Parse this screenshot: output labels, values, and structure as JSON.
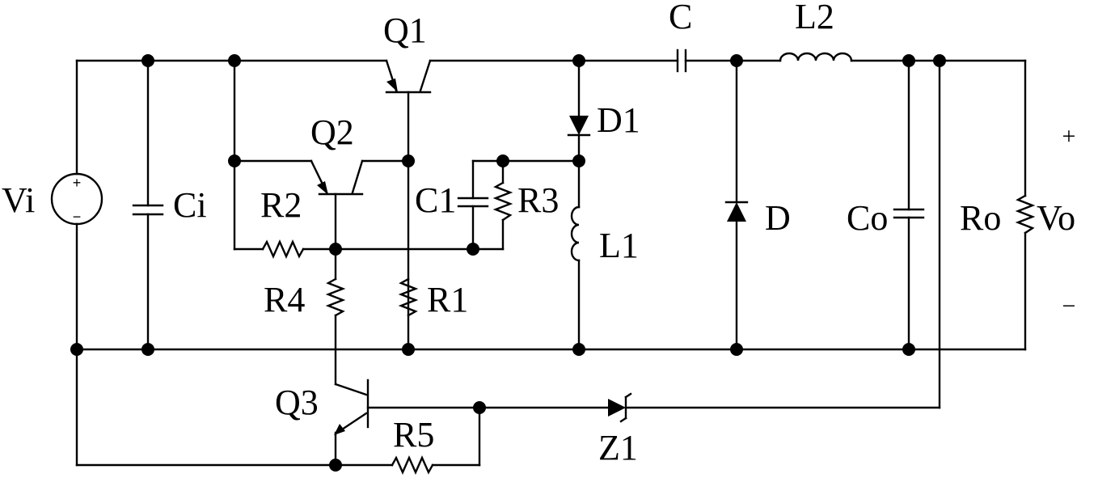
{
  "labels": {
    "q1": "Q1",
    "q2": "Q2",
    "q3": "Q3",
    "c": "C",
    "l2": "L2",
    "d1": "D1",
    "d": "D",
    "vi": "Vi",
    "ci": "Ci",
    "r2": "R2",
    "c1": "C1",
    "r3": "R3",
    "l1": "L1",
    "co": "Co",
    "ro": "Ro",
    "vo": "Vo",
    "r4": "R4",
    "r1": "R1",
    "r5": "R5",
    "z1": "Z1"
  },
  "polarity": {
    "plus": "+",
    "minus": "−"
  },
  "source_polarity": {
    "plus": "+",
    "minus": "−"
  }
}
